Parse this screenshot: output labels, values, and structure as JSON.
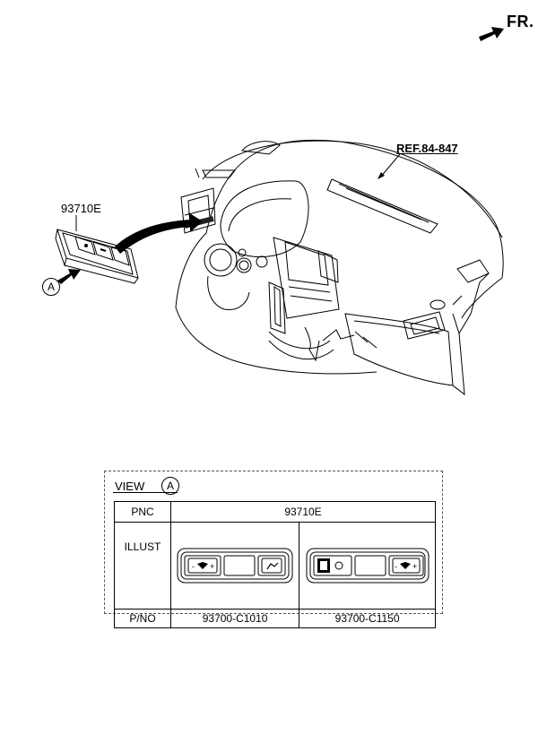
{
  "header": {
    "fr_label": "FR."
  },
  "overview": {
    "ref_label": "REF.84-847",
    "pnc_callout": "93710E",
    "view_marker": "A"
  },
  "view": {
    "title": "VIEW",
    "marker": "A",
    "table": {
      "row_labels": {
        "pnc": "PNC",
        "illust": "ILLUST",
        "pno": "P/NO"
      },
      "pnc_value": "93710E",
      "parts": [
        {
          "part_number": "93700-C1010"
        },
        {
          "part_number": "93700-C1150"
        }
      ]
    }
  }
}
